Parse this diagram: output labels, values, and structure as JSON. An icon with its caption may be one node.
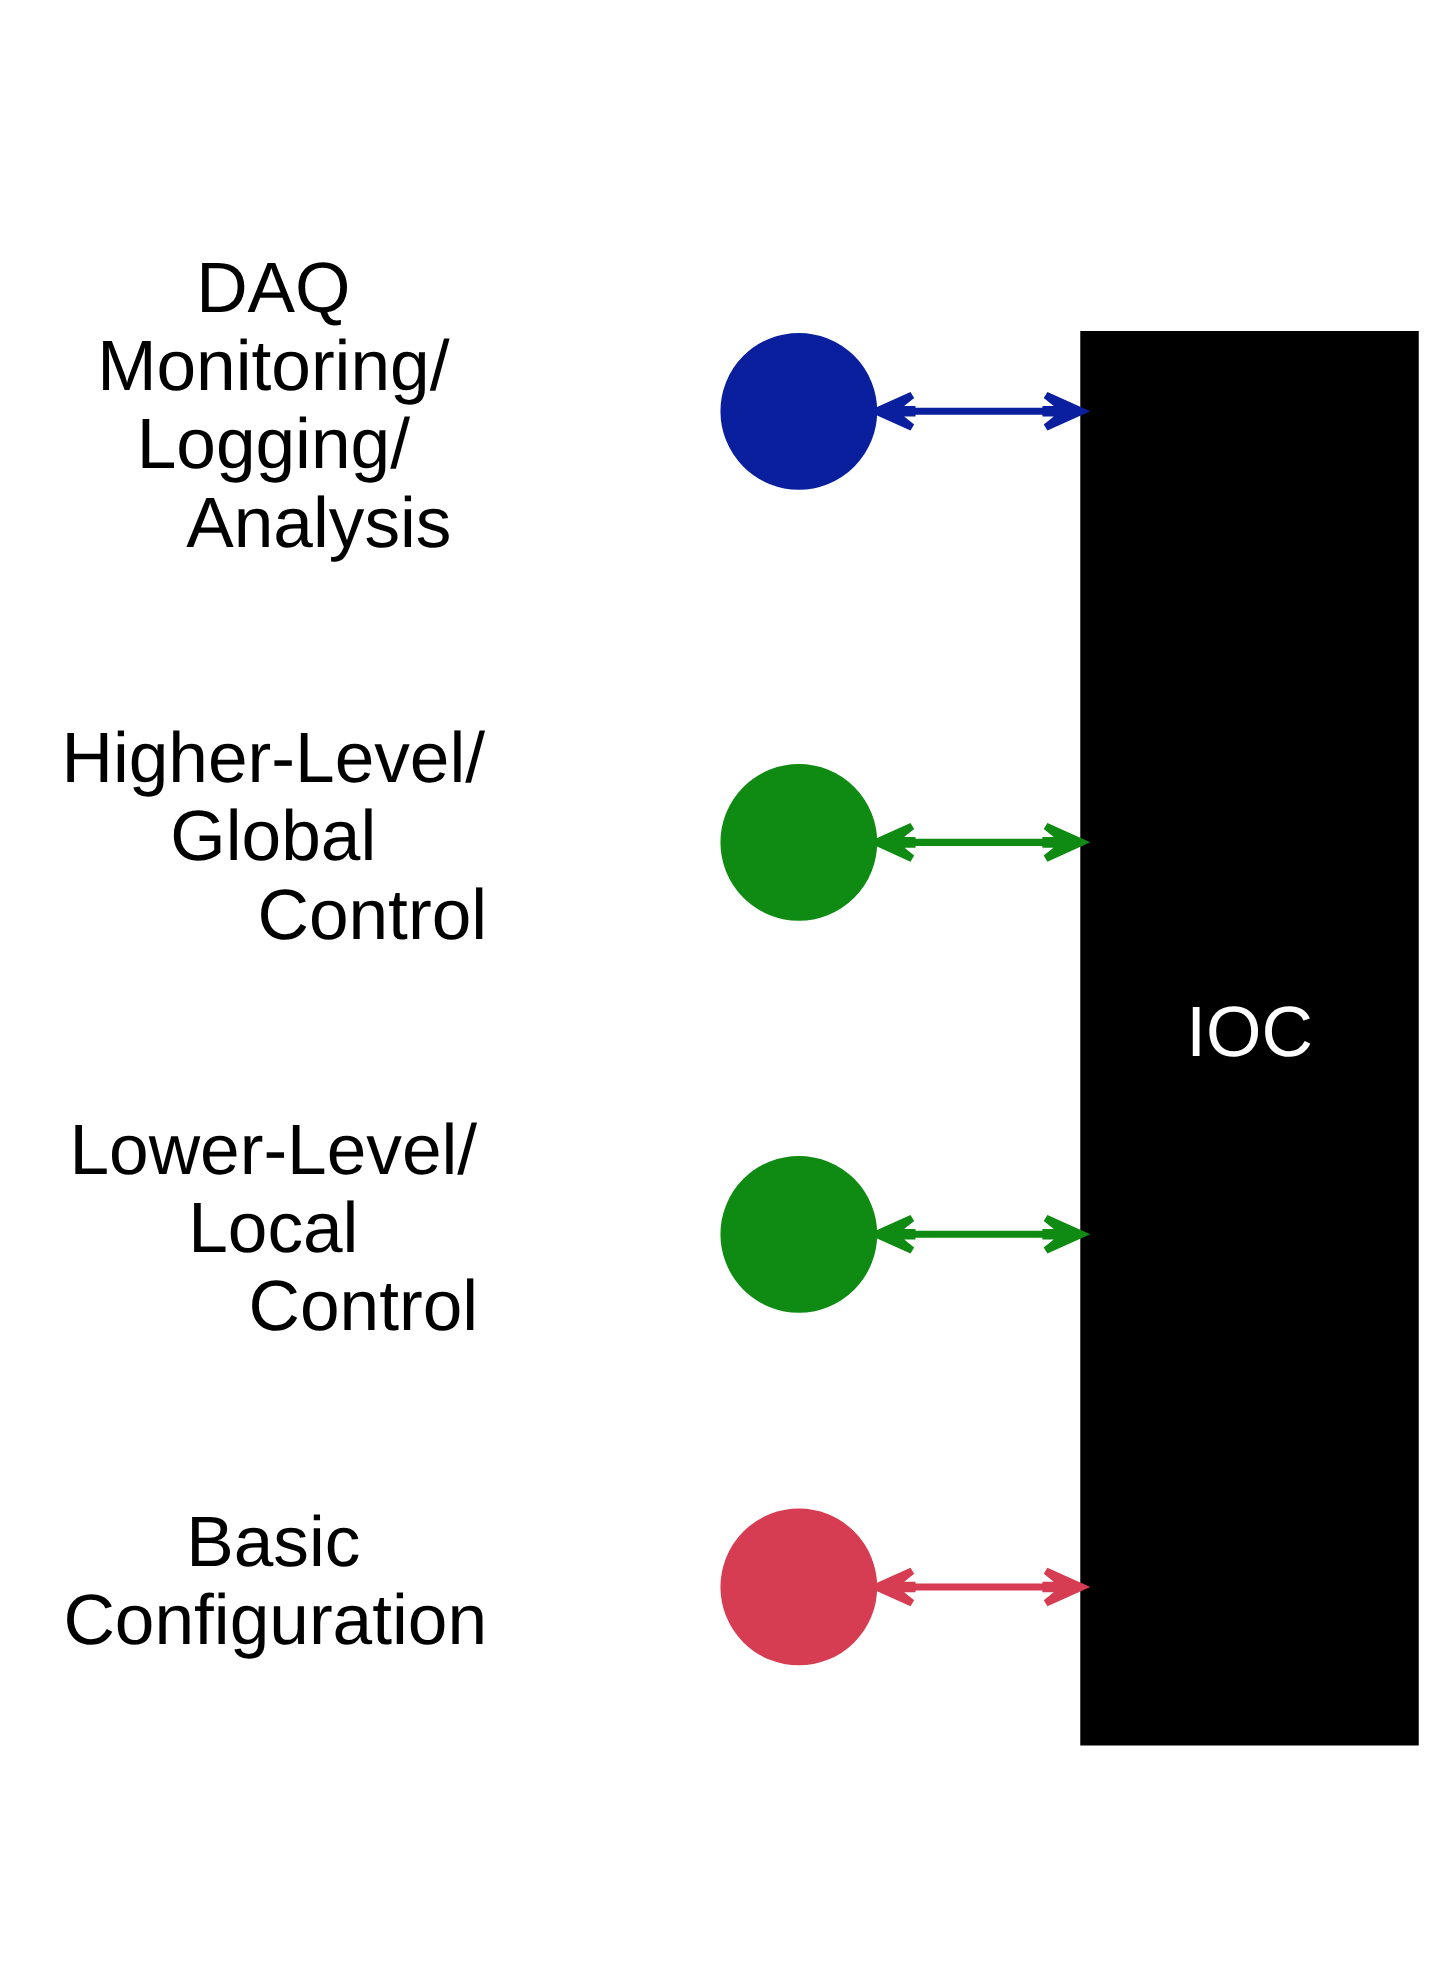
{
  "diagram": {
    "nodes": [
      {
        "text": [],
        "shape": "circle",
        "beside": [
          "Basic Configuration"
        ]
      },
      {
        "text": [],
        "shape": "circle",
        "beside": [
          "DAQ Monitoring/ Logging/ Analysis"
        ]
      },
      {
        "text": [
          "IOC"
        ]
      },
      {
        "text": [],
        "shape": "circle",
        "beside": [
          "Higher-Level/ Global Control"
        ]
      },
      {
        "text": [],
        "shape": "circle",
        "beside": [
          "Lower-Level/ Local Control"
        ]
      }
    ],
    "edges": [
      {
        "from": 2,
        "to": 0,
        "arrow": "both",
        "color": "#d63c52"
      },
      {
        "from": 2,
        "to": 1,
        "arrow": "both",
        "color": "#0a1f9e"
      },
      {
        "from": 2,
        "to": 3,
        "arrow": "both",
        "color": "#0f8a12"
      },
      {
        "from": 2,
        "to": 4,
        "arrow": "both",
        "color": "#0f8a12"
      }
    ]
  }
}
